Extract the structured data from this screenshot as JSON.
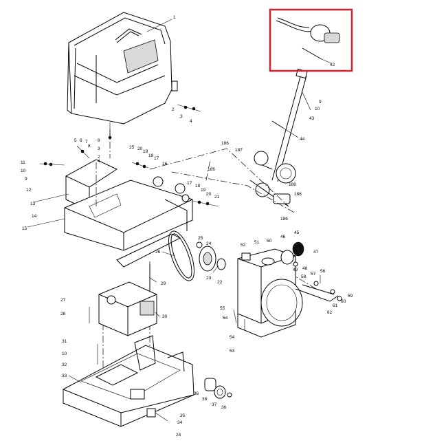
{
  "highlight": {
    "color": "#d0202a"
  },
  "callouts": {
    "c1": "1",
    "c2a": "2",
    "c3a": "3",
    "c4a": "4",
    "c5": "5",
    "c6": "6",
    "c7": "7",
    "c8": "8",
    "c9a": "9",
    "c10a": "10",
    "c11": "11",
    "c12": "12",
    "c13": "13",
    "c14": "14",
    "c15": "15",
    "c16": "16",
    "c17a": "17",
    "c18a": "18",
    "c19a": "19",
    "c20": "20",
    "c21": "21",
    "c22": "22",
    "c23": "23",
    "c24": "24",
    "c25a": "25",
    "c26": "26",
    "c27": "27",
    "c28": "28",
    "c29": "29",
    "c30": "30",
    "c31": "31",
    "c32": "32",
    "c33": "33",
    "c34": "34",
    "c35": "35",
    "c36": "36",
    "c37": "37",
    "c38": "38",
    "c42": "42",
    "c43": "43",
    "c44": "44",
    "c45": "45",
    "c46": "46",
    "c47": "47",
    "c48": "48",
    "c49": "49",
    "c50": "50",
    "c51": "51",
    "c52": "52",
    "c53": "53",
    "c54": "54",
    "c55": "55",
    "c56": "56",
    "c57": "57",
    "c58": "58",
    "c59": "59",
    "c60": "60",
    "c61": "61",
    "c62": "62",
    "c186a": "186",
    "c186b": "186",
    "c186c": "186",
    "c186d": "186",
    "c187": "187",
    "c188": "188",
    "c9b": "9",
    "c10b": "10",
    "c8b": "8",
    "c2b": "2",
    "c3b": "3",
    "c17b": "17",
    "c18b": "18",
    "c19b": "19",
    "c25b": "25",
    "c10c": "10",
    "c4b": "4",
    "c24b": "24"
  }
}
